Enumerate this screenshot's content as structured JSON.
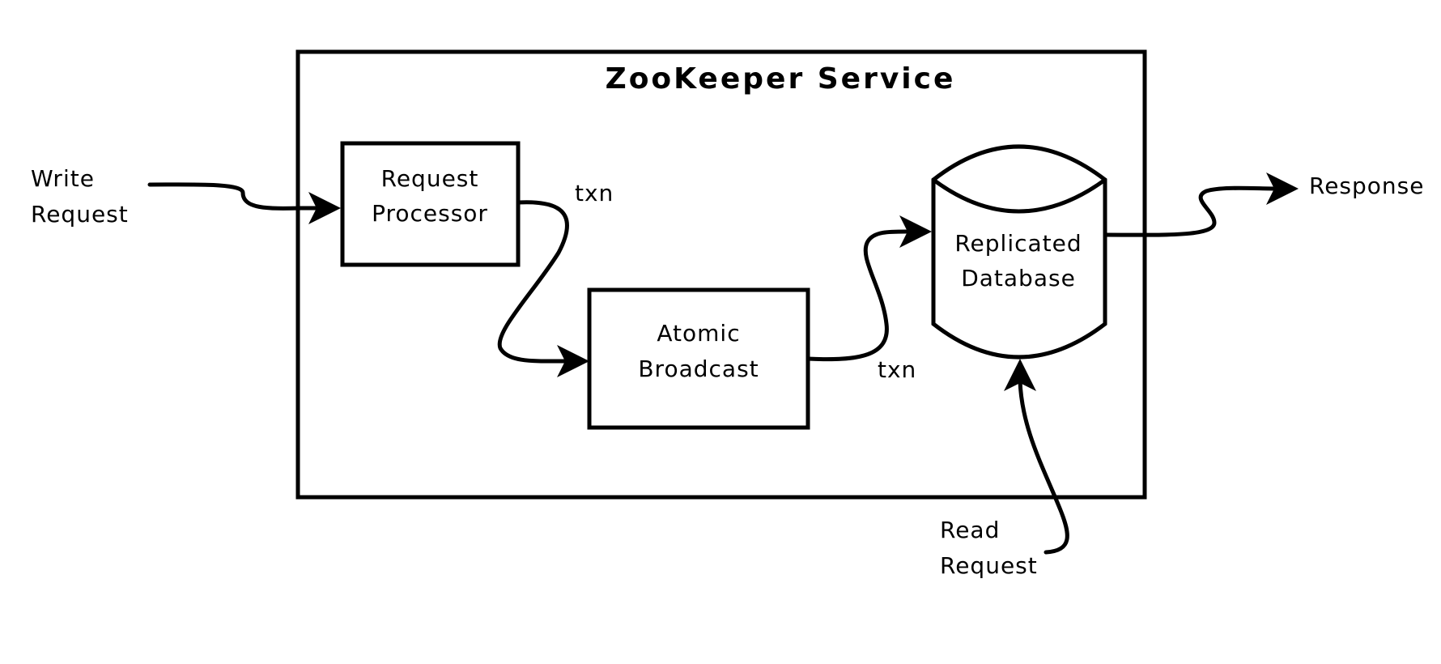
{
  "service": {
    "title": "ZooKeeper Service"
  },
  "nodes": {
    "request_processor": {
      "line1": "Request",
      "line2": "Processor"
    },
    "atomic_broadcast": {
      "line1": "Atomic",
      "line2": "Broadcast"
    },
    "replicated_database": {
      "line1": "Replicated",
      "line2": "Database"
    }
  },
  "external": {
    "write_request": {
      "line1": "Write",
      "line2": "Request"
    },
    "read_request": {
      "line1": "Read",
      "line2": "Request"
    },
    "response": "Response"
  },
  "edge_labels": {
    "processor_to_broadcast": "txn",
    "broadcast_to_database": "txn"
  }
}
